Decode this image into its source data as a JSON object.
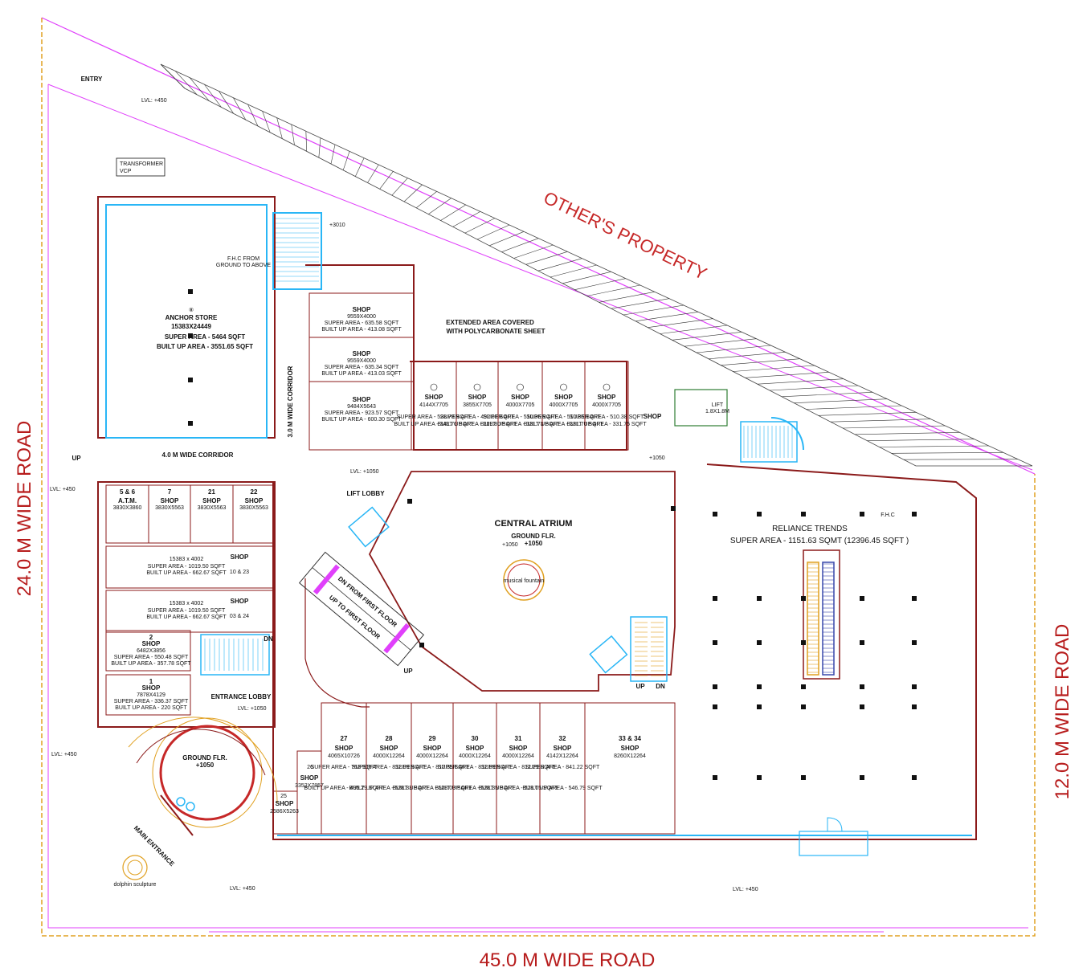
{
  "roads": {
    "left": "24.0 M WIDE ROAD",
    "right": "12.0 M WIDE ROAD",
    "bottom": "45.0 M WIDE ROAD"
  },
  "others_property": "OTHER'S PROPERTY",
  "entry": "ENTRY",
  "transformer": [
    "TRANSFORMER",
    "VCP"
  ],
  "anchor": [
    "ANCHOR STORE",
    "15383X24449",
    "SUPER AREA - 5464 SQFT",
    "BUILT UP AREA - 3551.65 SQFT"
  ],
  "fhc": [
    "F.H.C FROM",
    "GROUND TO ABOVE"
  ],
  "corridor_v": "3.0 M WIDE CORRIDOR",
  "corridor_h": "4.0 M WIDE CORRIDOR",
  "extended_area": [
    "EXTENDED AREA COVERED",
    "WITH POLYCARBONATE SHEET"
  ],
  "upper_shops": [
    [
      "SHOP",
      "9559X4000",
      "SUPER AREA - 635.58 SQFT",
      "BUILT UP AREA - 413.08 SQFT"
    ],
    [
      "SHOP",
      "9559X4000",
      "SUPER AREA - 635.34 SQFT",
      "BUILT UP AREA - 413.03 SQFT"
    ],
    [
      "SHOP",
      "9484X5643",
      "SUPER AREA - 923.57 SQFT",
      "BUILT UP AREA - 600.30 SQFT"
    ]
  ],
  "row_shops": [
    [
      "SHOP",
      "4144X7705",
      "SUPER AREA - 528.78 SQFT",
      "BUILT UP AREA - 343.70 SQFT"
    ],
    [
      "SHOP",
      "3855X7705",
      "SUPER AREA - 492.01 SQFT",
      "BUILT UP AREA - 319.80 SQFT"
    ],
    [
      "SHOP",
      "4000X7705",
      "SUPER AREA - 510.36 SQFT",
      "BUILT UP AREA - 331.73 SQFT"
    ],
    [
      "SHOP",
      "4000X7705",
      "SUPER AREA - 510.36 SQFT",
      "BUILT UP AREA - 331.70 SQFT"
    ],
    [
      "SHOP",
      "4000X7705",
      "SUPER AREA - 510.38 SQFT",
      "BUILT UP AREA - 331.75 SQFT"
    ]
  ],
  "shop_small": "SHOP",
  "lift": [
    "LIFT",
    "1.8X1.8M"
  ],
  "left_shops": [
    [
      "A.T.M.",
      "3830X3860"
    ],
    [
      "SHOP",
      "3830X5563"
    ],
    [
      "SHOP",
      "3830X5563"
    ],
    [
      "SHOP",
      "3830X5563"
    ]
  ],
  "left_numbers": [
    "5 & 6",
    "7",
    "21",
    "22"
  ],
  "wide_shops": [
    [
      "15383 x 4002",
      "SUPER AREA - 1019.50 SQFT",
      "BUILT UP AREA - 662.67 SQFT",
      "SHOP",
      "10 & 23"
    ],
    [
      "15383 x 4002",
      "SUPER AREA - 1019.50 SQFT",
      "BUILT UP AREA - 662.67 SQFT",
      "SHOP",
      "03 & 24"
    ]
  ],
  "shop2": [
    "2",
    "SHOP",
    "6482X3856",
    "SUPER AREA - 550.48 SQFT",
    "BUILT UP AREA - 357.78 SQFT"
  ],
  "shop1": [
    "1",
    "SHOP",
    "7878X4129",
    "SUPER AREA - 336.37 SQFT",
    "BUILT UP AREA - 220 SQFT"
  ],
  "entrance_lobby": "ENTRANCE LOBBY",
  "main_entrance": "MAIN ENTRANCE",
  "dolphin": "dolphin sculpture",
  "ground_flr": [
    "GROUND FLR.",
    "+1050"
  ],
  "lift_lobby": "LIFT LOBBY",
  "central_atrium": "CENTRAL ATRIUM",
  "musical_fountain": "musical fountain",
  "escalator": [
    "DN FROM FIRST FLOOR",
    "UP TO FIRST FLOOR",
    "UP"
  ],
  "reliance": [
    "RELIANCE TRENDS",
    "SUPER AREA - 1151.63 SQMT (12396.45 SQFT )"
  ],
  "fhc_small": "F.H.C",
  "bottom_shops": [
    [
      "27",
      "SHOP",
      "4065X10726",
      "SUPER AREA - 763 SQFT",
      "BUILT UP AREA - 495.29 SQFT"
    ],
    [
      "28",
      "SHOP",
      "4000X12264",
      "SUPER AREA - 812.99 SQFT",
      "BUILT UP AREA - 528.33 SQFT"
    ],
    [
      "29",
      "SHOP",
      "4000X12264",
      "SUPER AREA - 812.35 SQFT",
      "BUILT UP AREA - 528.03 SQFT"
    ],
    [
      "30",
      "SHOP",
      "4000X12264",
      "SUPER AREA - 812.59 SQFT",
      "BUILT UP AREA - 528.35 SQFT"
    ],
    [
      "31",
      "SHOP",
      "4000X12264",
      "SUPER AREA - 812.29 SQFT",
      "BUILT UP AREA - 528.05 SQFT"
    ],
    [
      "32",
      "SHOP",
      "4142X12264",
      "SUPER AREA - 841.22 SQFT",
      "BUILT UP AREA - 546.79 SQFT"
    ],
    [
      "33 & 34",
      "SHOP",
      "8260X12264",
      "",
      ""
    ]
  ],
  "shop26": [
    "26",
    "SHOP",
    "3352X7857"
  ],
  "shop25": [
    "25",
    "SHOP",
    "2586X5263"
  ],
  "levels": [
    "LVL: +450",
    "LVL: +1050",
    "LVL: +1050",
    "LVL: +450",
    "LVL: +450",
    "LVL: +450",
    "LVL: +450"
  ],
  "level_marks": [
    "+1050",
    "+1050",
    "+3010"
  ],
  "stairs": [
    "UP",
    "DN",
    "UP",
    "DN"
  ]
}
